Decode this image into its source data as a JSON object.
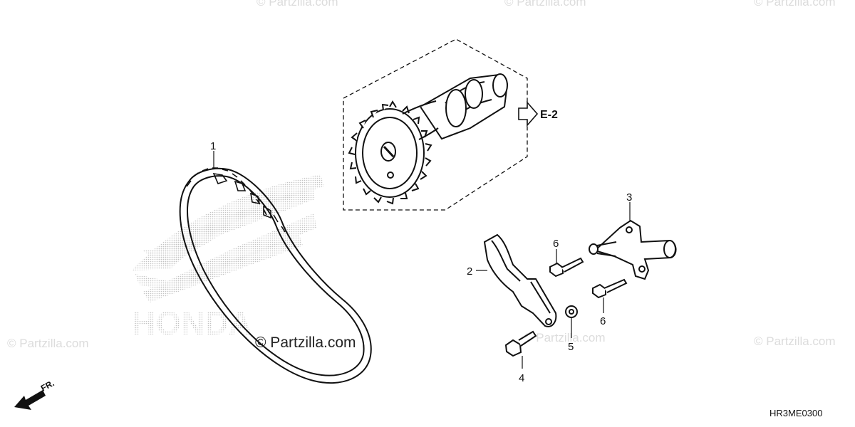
{
  "watermark_text": "© Partzilla.com",
  "credit_text": "© Partzilla.com",
  "brand_watermark": "HONDA",
  "diagram_code": "HR3ME0300",
  "reference_label": "E-2",
  "front_label": "FR.",
  "callouts": [
    "1",
    "2",
    "3",
    "4",
    "5",
    "6",
    "6"
  ],
  "colors": {
    "line": "#111111",
    "watermark": "#d8d8d8",
    "dots": "#bdbdbd"
  }
}
